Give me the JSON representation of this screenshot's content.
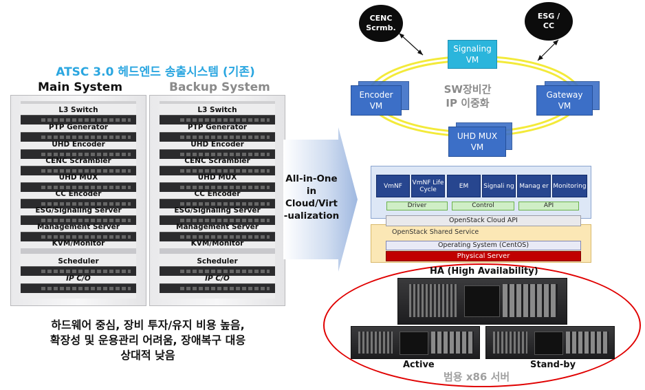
{
  "left": {
    "title": "ATSC 3.0 헤드엔드 송출시스템 (기존)",
    "main_system": "Main System",
    "backup_system": "Backup System",
    "units": [
      "L3 Switch",
      "PTP Generator",
      "UHD Encoder",
      "CENC Scrambler",
      "UHD MUX",
      "CC Encoder",
      "ESG/Signaling Server",
      "Management Server",
      "KVM/Monitor",
      "Scheduler",
      "IP C/O"
    ],
    "caption_line1": "하드웨어 중심, 장비 투자/유지 비용 높음,",
    "caption_line2": "확장성 및 운용관리 어려움, 장애복구 대응",
    "caption_line3": "상대적 낮음"
  },
  "arrow": {
    "line1": "All-in-One",
    "line2": "in",
    "line3": "Cloud/Virt",
    "line4": "-ualization"
  },
  "ring": {
    "cenc_line1": "CENC",
    "cenc_line2": "Scrmb.",
    "esg_line1": "ESG /",
    "esg_line2": "CC",
    "signaling_line1": "Signaling",
    "signaling_line2": "VM",
    "encoder_line1": "Encoder",
    "encoder_line2": "VM",
    "gateway_line1": "Gateway",
    "gateway_line2": "VM",
    "uhdmux_line1": "UHD MUX",
    "uhdmux_line2": "VM",
    "center_line1": "SW장비간",
    "center_line2": "IP 이중화"
  },
  "nfv": {
    "boxes": [
      "VmNF",
      "VmNF Life Cycle",
      "EM",
      "Signali ng",
      "Manag er",
      "Monitoring"
    ],
    "driver": "Driver",
    "control": "Control",
    "api": "API",
    "cloud_api": "OpenStack Cloud API",
    "shared_service": "OpenStack Shared Service",
    "os": "Operating System (CentOS)",
    "physical": "Physical Server"
  },
  "servers": {
    "ha": "HA (High Availability)",
    "active": "Active",
    "standby": "Stand-by",
    "bottom": "범용 x86 서버"
  }
}
